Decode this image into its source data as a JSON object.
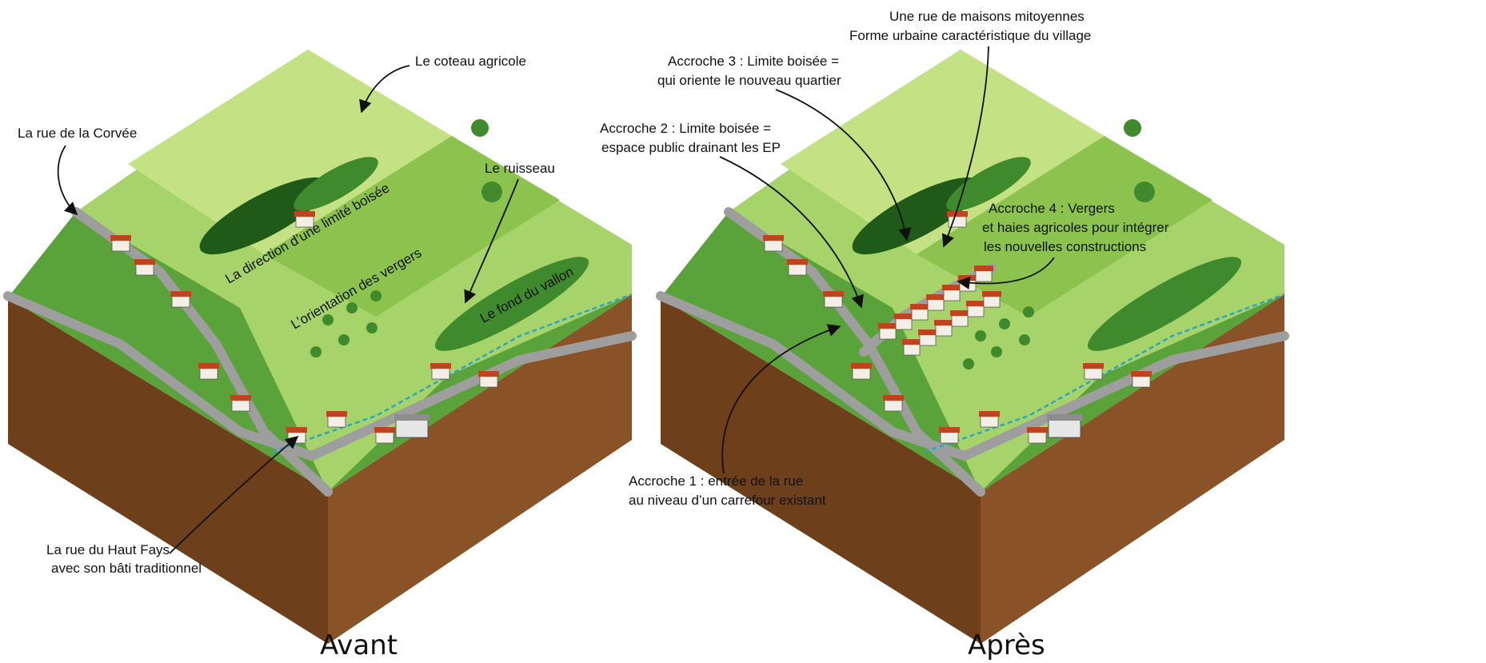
{
  "colors": {
    "field_light": "#a6d36a",
    "field_mid": "#8cc34e",
    "field_bright": "#c4e283",
    "meadow_dark": "#5aa33a",
    "soil_side": "#6e3f1b",
    "soil_front": "#8a5327",
    "road": "#9e9e9e",
    "stream": "#2aa6c8",
    "tree": "#3f8a2c",
    "tree_dark": "#1f5a18",
    "roof": "#c0421f",
    "wall": "#f3efe6"
  },
  "avant": {
    "caption": "Avant",
    "labels": {
      "coteau": "Le coteau agricole",
      "corvee": "La rue de la Corvée",
      "ruisseau": "Le ruisseau",
      "limite": "La direction d’une limité boisée",
      "vergers": "L’orientation des vergers",
      "vallon": "Le fond du vallon",
      "haut_fays_1": "La rue du Haut Fays",
      "haut_fays_2": "avec son bâti traditionnel"
    }
  },
  "apres": {
    "caption": "Après",
    "labels": {
      "mitoyennes_1": "Une rue de maisons mitoyennes",
      "mitoyennes_2": "Forme urbaine caractéristique du village",
      "accroche3_1": "Accroche 3 : Limite boisée =",
      "accroche3_2": "qui oriente le nouveau quartier",
      "accroche2_1": "Accroche 2 : Limite boisée =",
      "accroche2_2": "espace public drainant les EP",
      "accroche4_1": "Accroche 4 : Vergers",
      "accroche4_2": "et haies agricoles pour intégrer",
      "accroche4_3": "les nouvelles constructions",
      "accroche1_1": "Accroche 1 : entrée de la rue",
      "accroche1_2": "au niveau d’un carrefour existant"
    }
  }
}
